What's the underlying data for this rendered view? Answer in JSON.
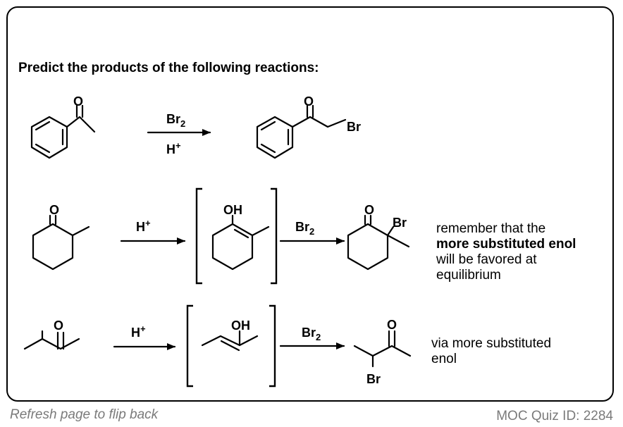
{
  "prompt": "Predict the products of the following reactions:",
  "reactions": [
    {
      "reagent_top": "Br",
      "reagent_top_sub": "2",
      "reagent_bottom": "H",
      "reagent_bottom_sup": "+",
      "product_labels": {
        "carbonyl_o": "O",
        "halogen": "Br"
      },
      "start_labels": {
        "carbonyl_o": "O"
      }
    },
    {
      "reagent_1": "H",
      "reagent_1_sup": "+",
      "intermediate_label": "OH",
      "reagent_2": "Br",
      "reagent_2_sub": "2",
      "start_labels": {
        "carbonyl_o": "O"
      },
      "product_labels": {
        "carbonyl_o": "O",
        "halogen": "Br"
      },
      "note_line1": "remember that the",
      "note_line2": "more substituted enol",
      "note_line3": "will be favored at",
      "note_line4": "equilibrium"
    },
    {
      "reagent_1": "H",
      "reagent_1_sup": "+",
      "intermediate_label": "OH",
      "reagent_2": "Br",
      "reagent_2_sub": "2",
      "start_labels": {
        "carbonyl_o": "O"
      },
      "product_labels": {
        "carbonyl_o": "O",
        "halogen": "Br"
      },
      "note_line1": "via more substituted",
      "note_line2": "enol"
    }
  ],
  "footer": {
    "left": "Refresh page to flip back",
    "right": "MOC Quiz ID: 2284"
  }
}
